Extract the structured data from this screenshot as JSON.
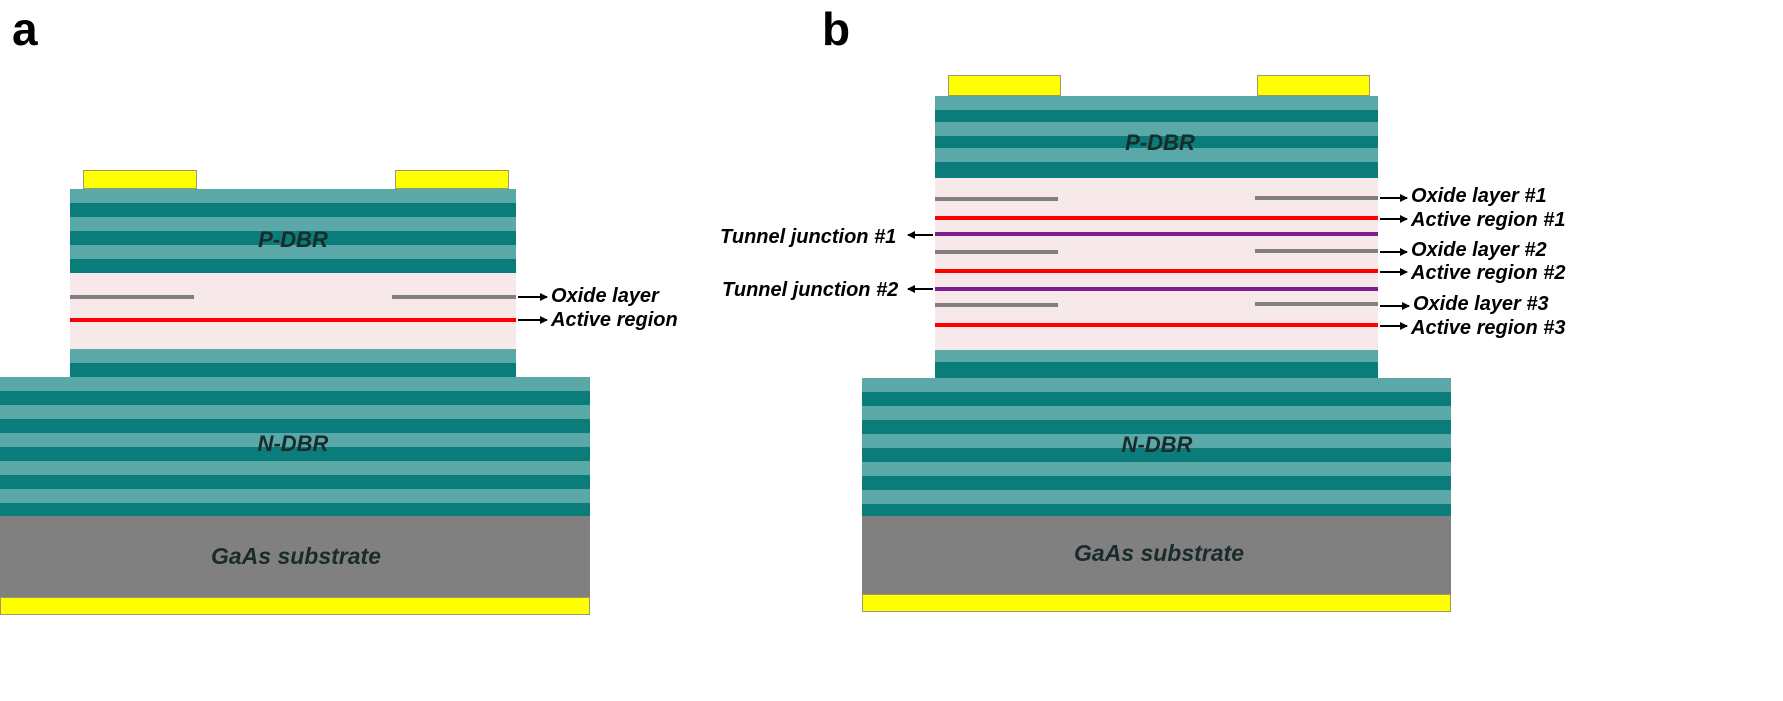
{
  "panels": {
    "a": {
      "label": "a"
    },
    "b": {
      "label": "b"
    }
  },
  "labels": {
    "a_pdbr": "P-DBR",
    "a_ndbr": "N-DBR",
    "a_substrate": "GaAs substrate",
    "a_oxide": "Oxide layer",
    "a_active": "Active region",
    "b_pdbr": "P-DBR",
    "b_ndbr": "N-DBR",
    "b_substrate": "GaAs substrate",
    "b_oxide1": "Oxide layer #1",
    "b_active1": "Active region #1",
    "b_oxide2": "Oxide layer #2",
    "b_active2": "Active region #2",
    "b_oxide3": "Oxide layer #3",
    "b_active3": "Active region #3",
    "b_tunnel1": "Tunnel junction #1",
    "b_tunnel2": "Tunnel junction #2"
  },
  "colors": {
    "dbr_light": "#5aa8a8",
    "dbr_dark": "#0a7c7a",
    "cavity": "#f7e9ea",
    "substrate": "#808080",
    "contact": "#ffff00",
    "oxide": "#808080",
    "active": "#ff0000",
    "tunnel": "#7f1f8f"
  }
}
